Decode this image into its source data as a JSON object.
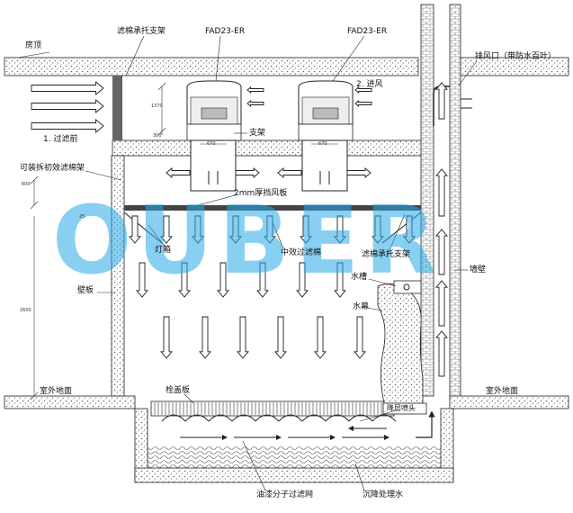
{
  "labels": {
    "roof": "房顶",
    "filter_support_top": "滤棉承托支架",
    "unit_left": "FAD23-ER",
    "unit_right": "FAD23-ER",
    "exhaust": "排风口（带防水百叶）",
    "intake": "2. 进风",
    "prefilter": "1. 过滤前",
    "bracket": "支架",
    "removable_filter": "可装拆初效滤棉架",
    "wind_plate": "2mm厚挡风板",
    "lamp_box": "灯箱",
    "medium_filter": "中效过滤棉",
    "filter_support_mid": "滤棉承托支架",
    "wall_panel": "壁板",
    "water_tank": "水槽",
    "water_curtain": "水幕",
    "wall": "墙壁",
    "grating": "栓盖板",
    "ground_left": "室外地面",
    "ground_right": "室外地面",
    "spray_nozzle": "降层喷头",
    "paint_mist_net": "油漆分子过滤网",
    "sediment_water": "沉降处理水"
  },
  "dimensions": {
    "d1": "1370",
    "d2": "300",
    "d3": "670",
    "d4": "670",
    "d5": "600",
    "d6": "25",
    "d7": "2600"
  },
  "watermark": "OUBER",
  "colors": {
    "watermark": "#29a9e6",
    "line": "#222222",
    "hatch": "#555555"
  }
}
